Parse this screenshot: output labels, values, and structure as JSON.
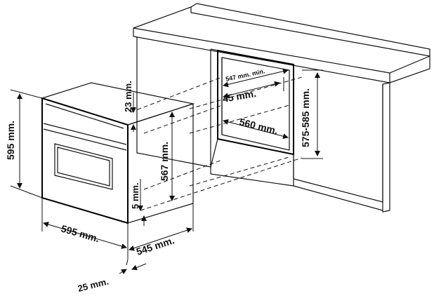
{
  "labels": {
    "height_front": "595 mm.",
    "width_front": "595 mm.",
    "depth": "545 mm.",
    "front_thickness": "25 mm.",
    "top_offset": "23 mm.",
    "inner_height": "567 mm.",
    "bottom_offset": "5 mm.",
    "niche_width_min": "547 mm. min.",
    "niche_depth_offset": "45 mm.",
    "niche_width": "560 mm.",
    "niche_height": "575-585 mm."
  }
}
